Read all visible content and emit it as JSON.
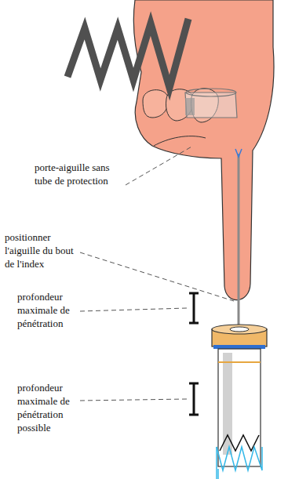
{
  "diagram": {
    "labels": [
      "porte-aiguille sans tube de protection",
      "positionner l'aiguille du bout de l'index",
      "profondeur maximale de pénétration",
      "profondeur maximale de pénétration possible"
    ]
  }
}
